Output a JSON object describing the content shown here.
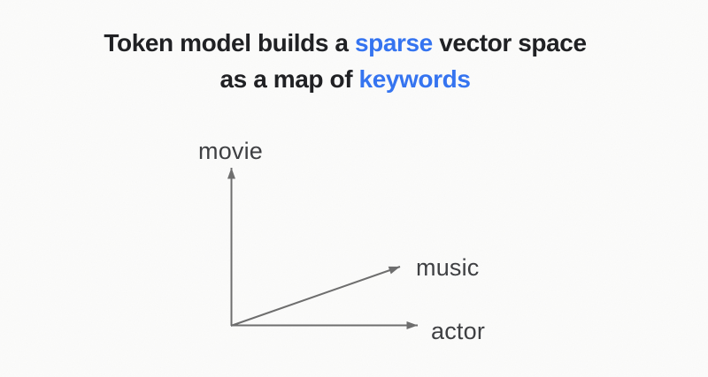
{
  "title": {
    "part1": "Token model builds a",
    "part2": "sparse",
    "part3": "vector space",
    "part4": "as a map of",
    "part5": "keywords"
  },
  "colors": {
    "background": "#fcfcfb",
    "title_text": "#202124",
    "accent_blue": "#3574f0",
    "axis_label_gray": "#3f4043",
    "arrow_gray": "#6e6e6e"
  },
  "diagram": {
    "axes": [
      {
        "label": "movie",
        "direction": "up"
      },
      {
        "label": "music",
        "direction": "up-right-diagonal"
      },
      {
        "label": "actor",
        "direction": "right"
      }
    ]
  }
}
